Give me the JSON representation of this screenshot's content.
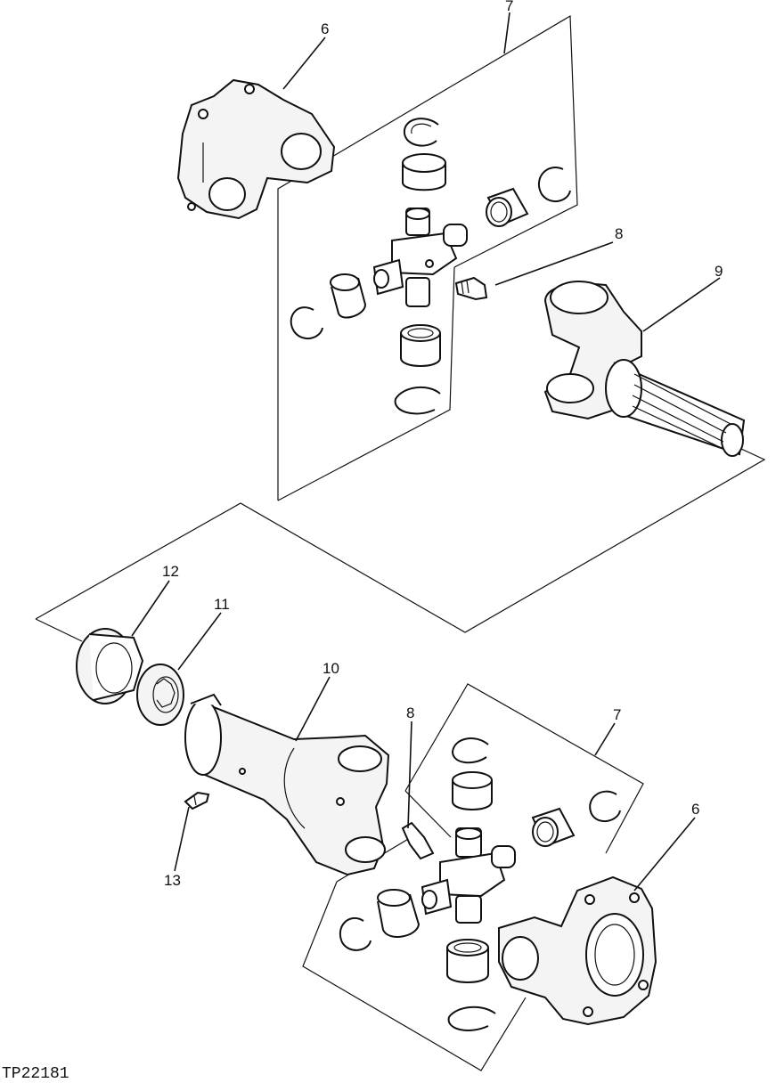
{
  "diagram": {
    "reference_code": "TP22181",
    "callouts": {
      "c6_top": "6",
      "c7_top": "7",
      "c8_top": "8",
      "c9": "9",
      "c12": "12",
      "c11": "11",
      "c10": "10",
      "c8_bottom": "8",
      "c7_bottom": "7",
      "c6_bottom": "6",
      "c13": "13"
    }
  }
}
